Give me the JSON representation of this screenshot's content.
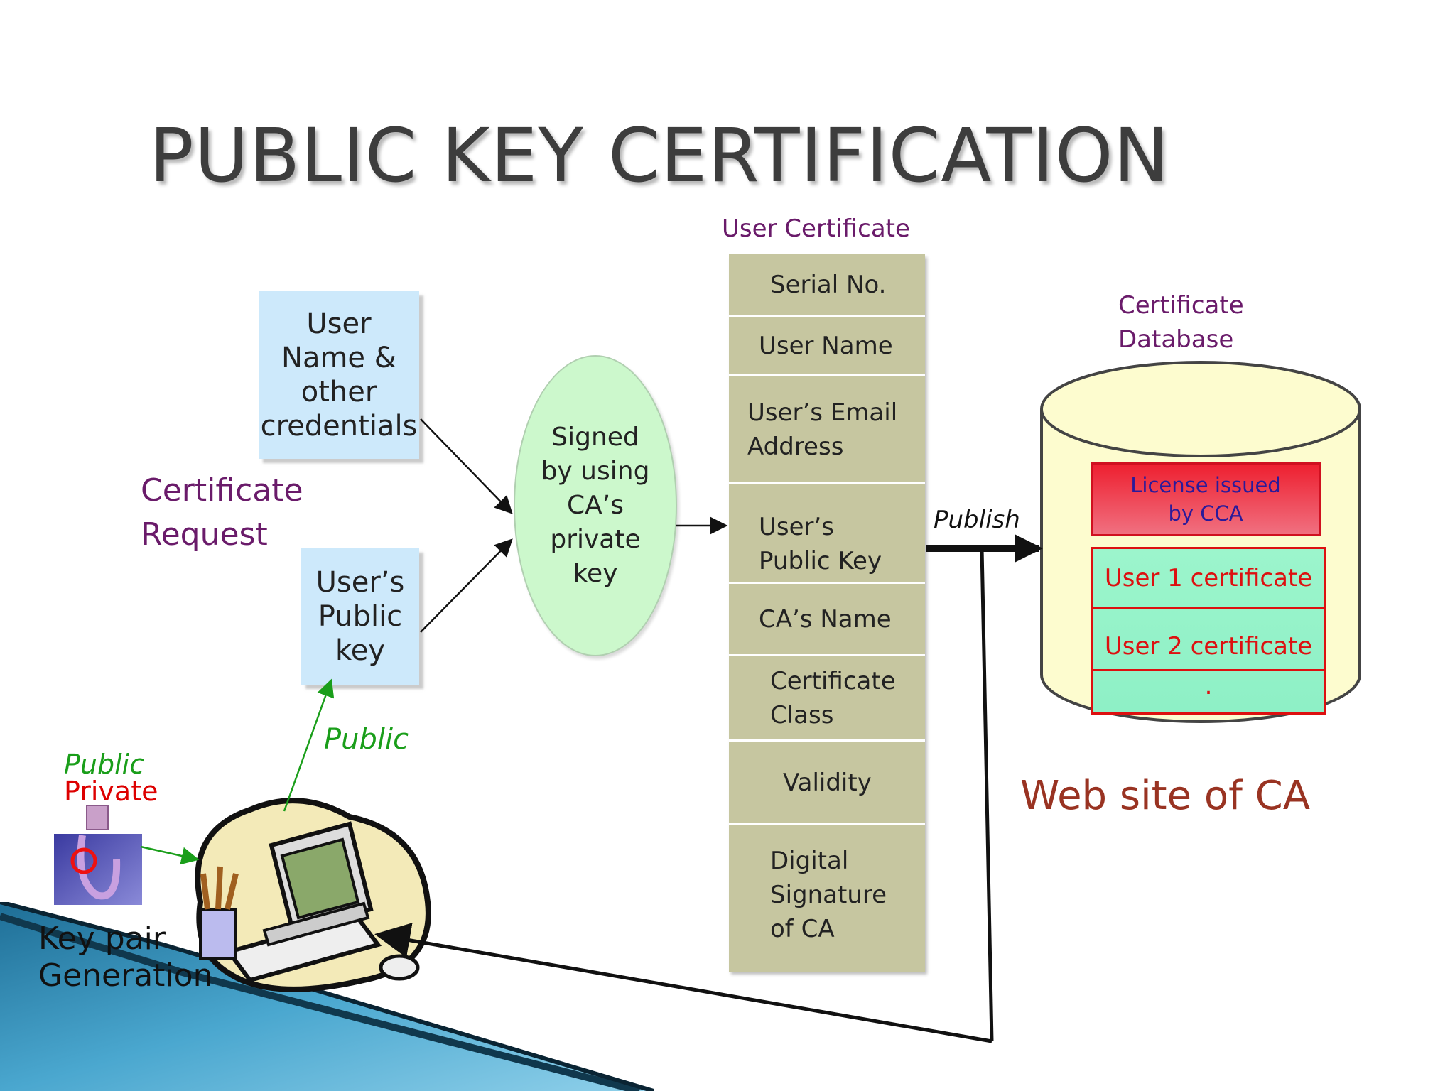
{
  "title": "PUBLIC KEY CERTIFICATION",
  "request": {
    "label": "Certificate\nRequest",
    "credentials_box": "User\nName &\nother\ncredentials",
    "public_key_box": "User’s\nPublic\nkey"
  },
  "signing": {
    "oval_text": "Signed\nby using\nCA’s\nprivate\nkey"
  },
  "user_certificate": {
    "title": "User Certificate",
    "fields": [
      "Serial No.",
      "User Name",
      "User’s Email\nAddress",
      "User’s\nPublic Key",
      "CA’s Name",
      "Certificate\nClass",
      "Validity",
      "Digital\nSignature\nof CA"
    ]
  },
  "publish_label": "Publish",
  "database": {
    "title": "Certificate\nDatabase",
    "license": "License issued\nby CCA",
    "entries": [
      "User 1 certificate",
      "User 2 certificate",
      "."
    ]
  },
  "website_label": "Web site of CA",
  "key_generation": {
    "public_label": "Public",
    "private_label": "Private",
    "caption": "Key pair\nGeneration",
    "arrow_label": "Public"
  },
  "colors": {
    "blue_box": "#cde9fb",
    "oval": "#ccf8cc",
    "certificate": "#c6c6a0",
    "database": "#fdfccf",
    "license_red": "#e8313c",
    "entry_green": "#8ff3c8",
    "purple_text": "#6a1b6a",
    "green_text": "#1a9e1a",
    "red_text": "#dd0000",
    "website_text": "#993322"
  }
}
